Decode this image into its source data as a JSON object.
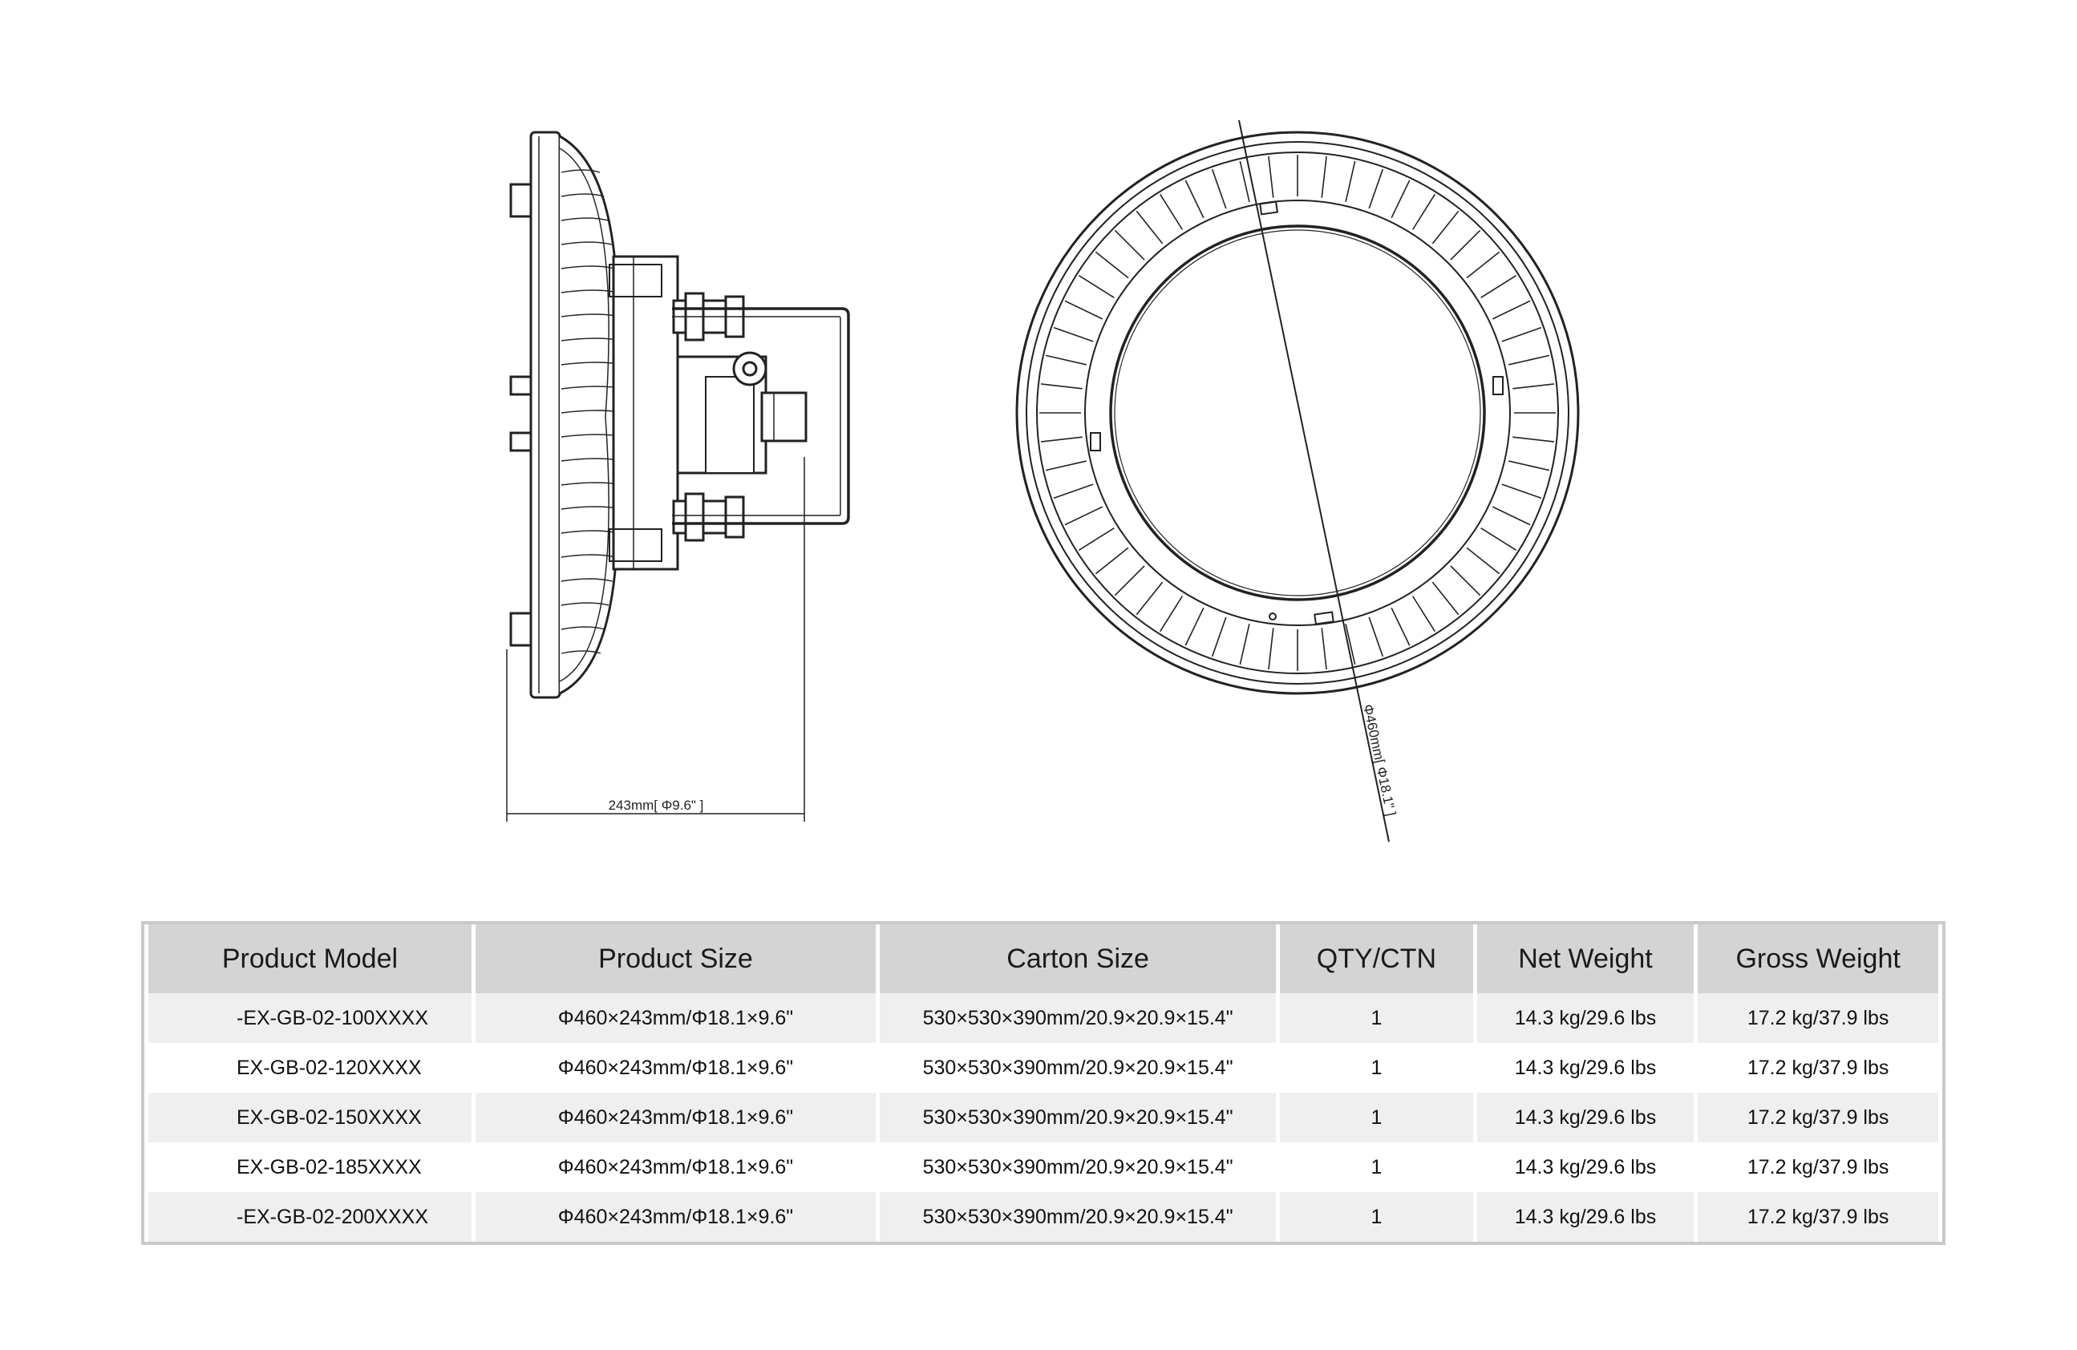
{
  "drawing": {
    "side_dimension": "243mm[ Φ9.6\" ]",
    "diameter_dimension": "Φ460mm[ Φ18.1\" ]"
  },
  "table": {
    "headers": [
      "Product Model",
      "Product Size",
      "Carton Size",
      "QTY/CTN",
      "Net Weight",
      "Gross Weight"
    ],
    "rows": [
      [
        "-EX-GB-02-100XXXX",
        "Φ460×243mm/Φ18.1×9.6\"",
        "530×530×390mm/20.9×20.9×15.4\"",
        "1",
        "14.3 kg/29.6 lbs",
        "17.2 kg/37.9 lbs"
      ],
      [
        "EX-GB-02-120XXXX",
        "Φ460×243mm/Φ18.1×9.6\"",
        "530×530×390mm/20.9×20.9×15.4\"",
        "1",
        "14.3 kg/29.6 lbs",
        "17.2 kg/37.9 lbs"
      ],
      [
        "EX-GB-02-150XXXX",
        "Φ460×243mm/Φ18.1×9.6\"",
        "530×530×390mm/20.9×20.9×15.4\"",
        "1",
        "14.3 kg/29.6 lbs",
        "17.2 kg/37.9 lbs"
      ],
      [
        "EX-GB-02-185XXXX",
        "Φ460×243mm/Φ18.1×9.6\"",
        "530×530×390mm/20.9×20.9×15.4\"",
        "1",
        "14.3 kg/29.6 lbs",
        "17.2 kg/37.9 lbs"
      ],
      [
        "-EX-GB-02-200XXXX",
        "Φ460×243mm/Φ18.1×9.6\"",
        "530×530×390mm/20.9×20.9×15.4\"",
        "1",
        "14.3 kg/29.6 lbs",
        "17.2 kg/37.9 lbs"
      ]
    ]
  }
}
